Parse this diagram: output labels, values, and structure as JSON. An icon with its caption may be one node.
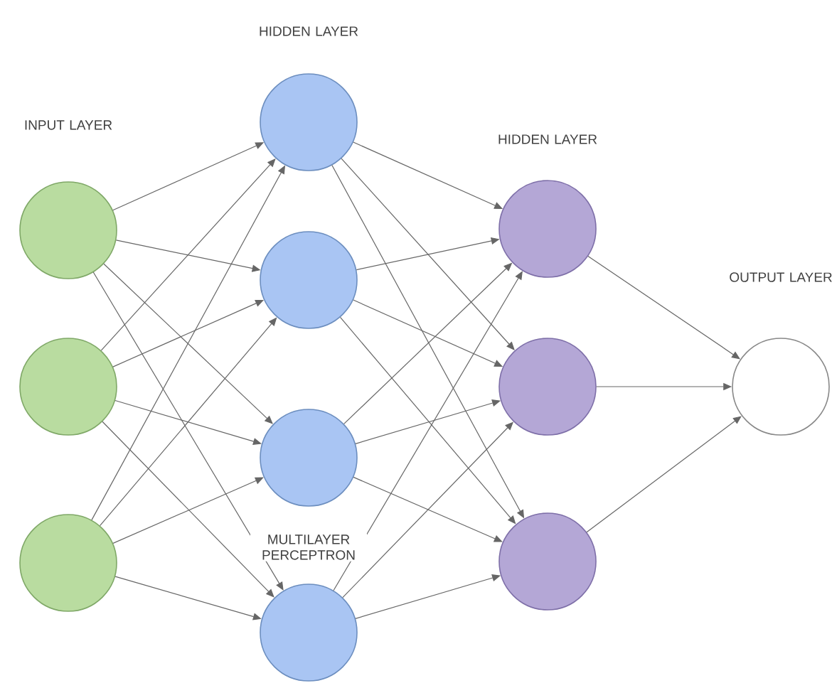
{
  "diagram": {
    "nodes": [
      {
        "text": [],
        "shape": "circle"
      },
      {
        "text": [],
        "shape": "circle"
      },
      {
        "text": [],
        "shape": "circle"
      },
      {
        "text": [],
        "shape": "circle"
      },
      {
        "text": [],
        "shape": "circle"
      },
      {
        "text": [],
        "shape": "circle"
      },
      {
        "text": [],
        "shape": "circle"
      },
      {
        "text": [],
        "shape": "circle"
      },
      {
        "text": [],
        "shape": "circle"
      },
      {
        "text": [],
        "shape": "circle"
      },
      {
        "text": [],
        "shape": "circle"
      }
    ],
    "edges": [
      {
        "from": 0,
        "to": 3,
        "arrow": "to"
      },
      {
        "from": 0,
        "to": 4,
        "arrow": "to"
      },
      {
        "from": 0,
        "to": 5,
        "arrow": "to"
      },
      {
        "from": 0,
        "to": 6,
        "arrow": "to"
      },
      {
        "from": 1,
        "to": 3,
        "arrow": "to"
      },
      {
        "from": 1,
        "to": 4,
        "arrow": "to"
      },
      {
        "from": 1,
        "to": 5,
        "arrow": "to"
      },
      {
        "from": 1,
        "to": 6,
        "arrow": "to"
      },
      {
        "from": 2,
        "to": 3,
        "arrow": "to"
      },
      {
        "from": 2,
        "to": 4,
        "arrow": "to"
      },
      {
        "from": 2,
        "to": 5,
        "arrow": "to"
      },
      {
        "from": 2,
        "to": 6,
        "arrow": "to"
      },
      {
        "from": 3,
        "to": 7,
        "arrow": "to"
      },
      {
        "from": 3,
        "to": 8,
        "arrow": "to"
      },
      {
        "from": 3,
        "to": 9,
        "arrow": "to"
      },
      {
        "from": 4,
        "to": 7,
        "arrow": "to"
      },
      {
        "from": 4,
        "to": 8,
        "arrow": "to"
      },
      {
        "from": 4,
        "to": 9,
        "arrow": "to"
      },
      {
        "from": 5,
        "to": 7,
        "arrow": "to"
      },
      {
        "from": 5,
        "to": 8,
        "arrow": "to"
      },
      {
        "from": 5,
        "to": 9,
        "arrow": "to"
      },
      {
        "from": 6,
        "to": 7,
        "arrow": "to"
      },
      {
        "from": 6,
        "to": 8,
        "arrow": "to"
      },
      {
        "from": 6,
        "to": 9,
        "arrow": "to"
      },
      {
        "from": 7,
        "to": 10,
        "arrow": "to"
      },
      {
        "from": 8,
        "to": 10,
        "arrow": "to"
      },
      {
        "from": 9,
        "to": 10,
        "arrow": "to"
      }
    ],
    "labels": [
      "HIDDEN LAYER",
      "INPUT LAYER",
      "HIDDEN LAYER",
      "OUTPUT LAYER",
      "MULTILAYER PERCEPTRON"
    ]
  }
}
